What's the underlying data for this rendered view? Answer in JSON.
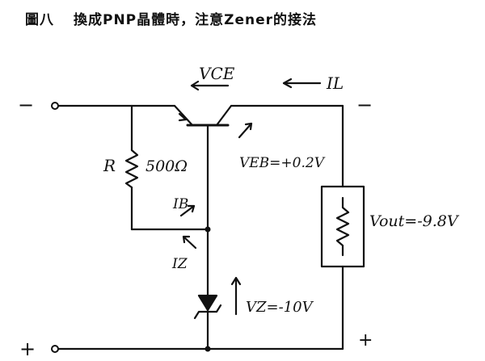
{
  "caption": {
    "figure_label": "圖八",
    "text": "換成PNP晶體時，注意Zener的接法"
  },
  "labels": {
    "vce": "VCE",
    "il": "IL",
    "r_label": "R",
    "r_value": "500Ω",
    "veb": "VEB=+0.2V",
    "ib": "IB",
    "iz": "IZ",
    "vz": "VZ=-10V",
    "vout": "Vout=-9.8V"
  },
  "terminals": {
    "top_left": "−",
    "top_right": "−",
    "bottom_left": "+",
    "bottom_right": "+"
  }
}
